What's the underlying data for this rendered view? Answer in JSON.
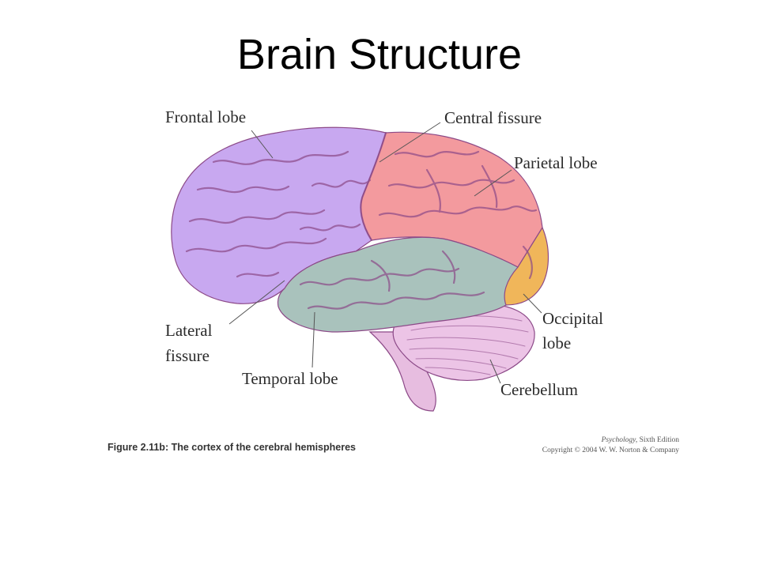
{
  "slide": {
    "title": "Brain Structure"
  },
  "diagram": {
    "labels": {
      "frontal": "Frontal lobe",
      "central": "Central fissure",
      "parietal": "Parietal lobe",
      "lateral_1": "Lateral",
      "lateral_2": "fissure",
      "occipital_1": "Occipital",
      "occipital_2": "lobe",
      "temporal": "Temporal lobe",
      "cerebellum": "Cerebellum"
    },
    "colors": {
      "frontal": "#c8a8f0",
      "parietal": "#f39a9e",
      "temporal": "#a9c2bc",
      "occipital": "#f0b65a",
      "cerebellum": "#ecc4e6",
      "brainstem": "#e7bde0",
      "sulcus": "#8c4a88"
    }
  },
  "caption": "Figure 2.11b: The cortex of the cerebral hemispheres",
  "credit": {
    "book": "Psychology,",
    "edition": " Sixth Edition",
    "copyright": "Copyright © 2004 W. W. Norton & Company"
  }
}
